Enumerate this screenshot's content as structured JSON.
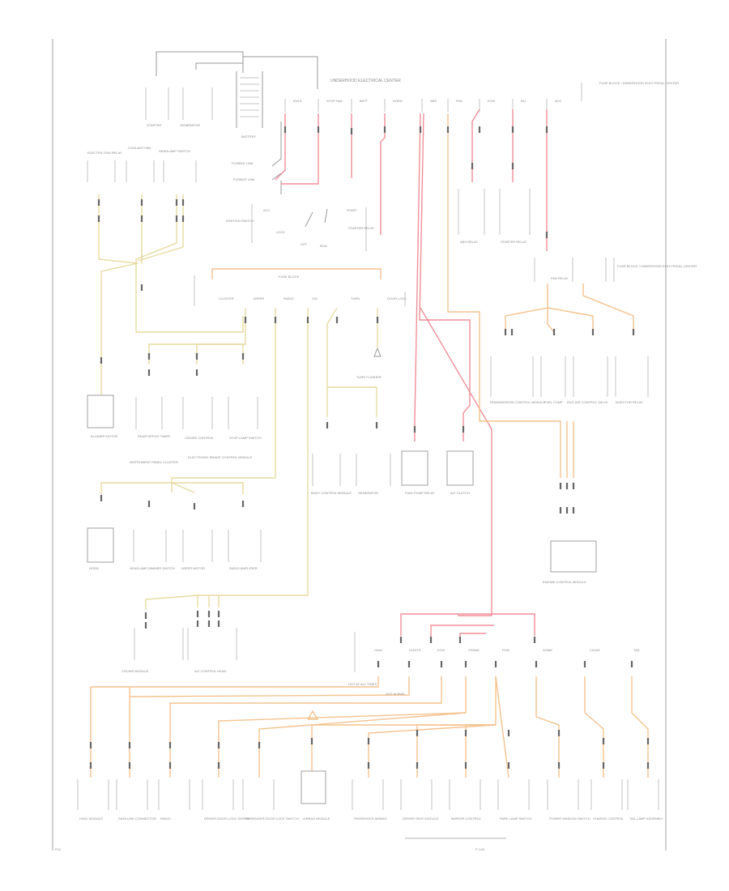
{
  "title": "UNDERHOOD ELECTRICAL CENTER",
  "page_left": "F04",
  "page_right": "P 1/44",
  "top": {
    "starter": "STARTER",
    "generator": "GENERATOR",
    "battery": "BATTERY",
    "fuse_a": "FUSIBLE LINK",
    "fuse_b": "FUSIBLE LINK",
    "ign_switch": "IGNITION SWITCH",
    "off": "OFF",
    "lock": "LOCK",
    "acc": "ACC",
    "run": "RUN",
    "start": "START",
    "relay_note": "STARTER RELAY",
    "note_right": "FUSE BLOCK / UNDERHOOD ELECTRICAL CENTER"
  },
  "uec_fuses": [
    "IGN A",
    "STOP HAZ",
    "BATT",
    "HORN",
    "ABS",
    "FAN",
    "ECM",
    "INJ",
    "ACC"
  ],
  "upper_left": [
    "ELECTRIC FAN RELAY",
    "COOLANT FAN",
    "HEADLAMP SWITCH"
  ],
  "fuse_block_title": "FUSE BLOCK",
  "fuse_block_fuses": [
    "CLUSTER",
    "WIPER",
    "RADIO",
    "CIG",
    "TURN",
    "DOOR LOCK"
  ],
  "mid_right": [
    "ABS RELAY",
    "STARTER RELAY",
    "FAN RELAY"
  ],
  "right_components": [
    "TRANSMISSION CONTROL MODULE",
    "FUEL PUMP",
    "IDLE AIR CONTROL VALVE",
    "INJECTOR RELAY"
  ],
  "left_row1": [
    "BLOWER MOTOR",
    "REAR DEFOG TIMER",
    "CRUISE CONTROL",
    "STOP LAMP SWITCH"
  ],
  "left_row1_sub": [
    "",
    "INSTRUMENT PANEL CLUSTER",
    "ELECTRONIC BRAKE CONTROL MODULE",
    ""
  ],
  "center_row": [
    "BODY CONTROL MODULE",
    "GENERATOR",
    "FUEL PUMP RELAY",
    "A/C CLUTCH"
  ],
  "turn_flasher": "TURN FLASHER",
  "left_row2": [
    "HORN",
    "HEADLAMP DIMMER SWITCH",
    "WIPER MOTOR",
    "RADIO AMPLIFIER"
  ],
  "ecm_label": "ENGINE CONTROL MODULE",
  "lower_left": [
    "CRUISE MODULE",
    "A/C CONTROL HEAD"
  ],
  "hot_labels": [
    "HOT AT ALL TIMES",
    "HOT IN RUN"
  ],
  "lower_fuses": [
    "HVAC",
    "LIGHTS",
    "ECM",
    "CRANK",
    "PCM",
    "DOME",
    "CIGAR",
    "TAIL"
  ],
  "bottom_components": [
    "HVAC MODULE",
    "DATA LINK CONNECTOR",
    "RADIO",
    "DRIVER DOOR LOCK SWITCH",
    "PASSENGER DOOR LOCK SWITCH",
    "AIRBAG MODULE",
    "PASSENGER AIRBAG",
    "DRIVER SEAT MODULE",
    "MIRROR CONTROL",
    "PARK LAMP SWITCH",
    "POWER WINDOW SWITCH",
    "CHARGE CONTROL",
    "TAIL LAMP ASSEMBLY"
  ]
}
